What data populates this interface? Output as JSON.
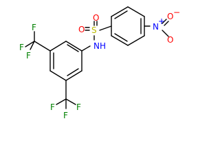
{
  "molecule": {
    "atom_colors": {
      "C": "#000000",
      "F": "#008000",
      "N": "#0000ff",
      "O": "#ff0000",
      "S": "#bbbb00"
    },
    "labels": {
      "nh": "NH",
      "n_nitro": "N",
      "n_plus": "+",
      "o_nitro_minus": "O",
      "o_minus": "−",
      "o_nitro": "O",
      "s": "S",
      "o_s_left": "O",
      "o_s_right": "O",
      "f_top_1": "F",
      "f_top_2": "F",
      "f_top_3": "F",
      "f_bot_1": "F",
      "f_bot_2": "F",
      "f_bot_3": "F"
    }
  }
}
